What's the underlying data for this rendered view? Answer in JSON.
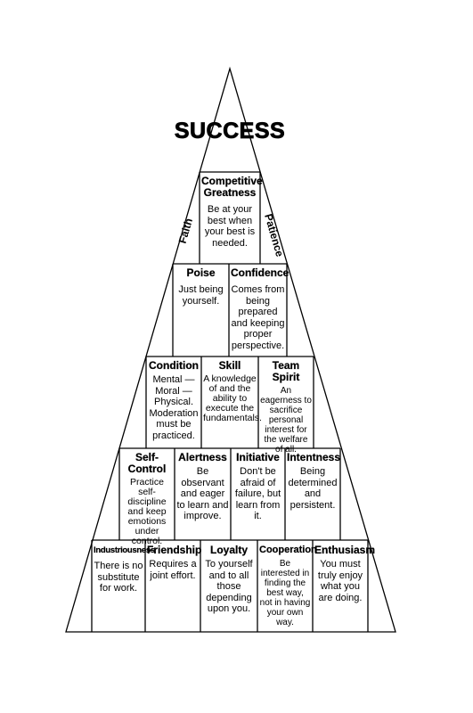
{
  "title": "SUCCESS",
  "sides": {
    "left": "Faith",
    "right": "Patience"
  },
  "apex": {
    "title": "Competitive Greatness",
    "text": "Be at your best when your best is needed."
  },
  "tiers": [
    [
      {
        "title": "Poise",
        "text": "Just being yourself."
      },
      {
        "title": "Confidence",
        "text": "Comes from being prepared and keeping proper perspective."
      }
    ],
    [
      {
        "title": "Condition",
        "text": "Mental — Moral — Physical. Moderation must be practiced."
      },
      {
        "title": "Skill",
        "text": "A knowledge of and the ability to execute the fundamentals."
      },
      {
        "title": "Team Spirit",
        "text": "An eagerness to sacrifice personal interest for the welfare of all."
      }
    ],
    [
      {
        "title": "Self-Control",
        "text": "Practice self-discipline and keep emotions under control."
      },
      {
        "title": "Alertness",
        "text": "Be observant and eager to learn and improve."
      },
      {
        "title": "Initiative",
        "text": "Don't be afraid of failure, but learn from it."
      },
      {
        "title": "Intentness",
        "text": "Being determined and persistent."
      }
    ],
    [
      {
        "title": "Industriousness",
        "text": "There is no substitute for work."
      },
      {
        "title": "Friendship",
        "text": "Requires a joint effort."
      },
      {
        "title": "Loyalty",
        "text": "To yourself and to all those depending upon you."
      },
      {
        "title": "Cooperation",
        "text": "Be interested in finding the best way, not in having your own way."
      },
      {
        "title": "Enthusiasm",
        "text": "You must truly enjoy what you are doing."
      }
    ]
  ]
}
